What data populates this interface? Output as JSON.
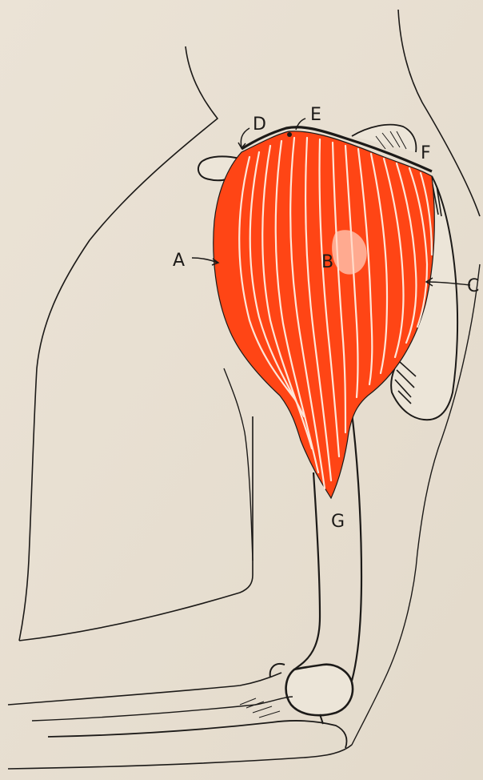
{
  "diagram": {
    "labels": {
      "a": "A",
      "b": "B",
      "c": "C",
      "d": "D",
      "e": "E",
      "f": "F",
      "g": "G"
    },
    "colors": {
      "paper": "#e8e0d2",
      "muscle": "#ff4515",
      "muscle_fibers": "#ffe6d8",
      "ink": "#1c1a18"
    }
  }
}
